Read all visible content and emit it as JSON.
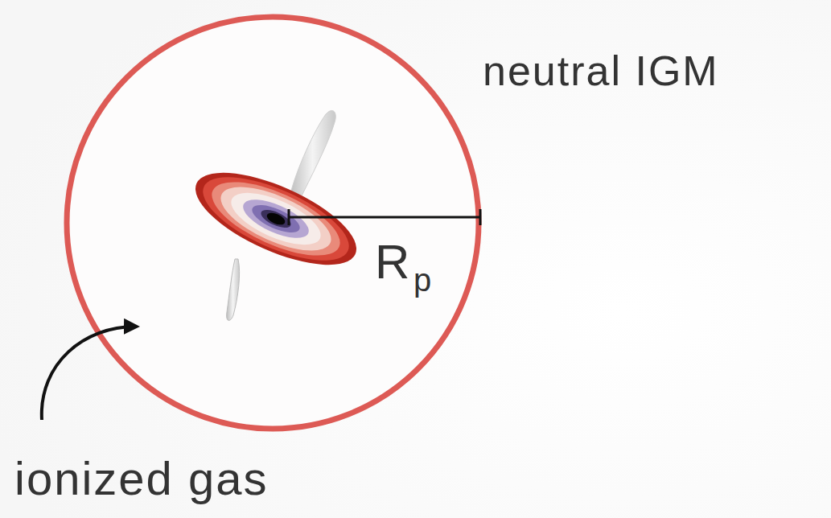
{
  "diagram": {
    "labels": [
      "neutral IGM",
      "R",
      "p",
      "ionized gas"
    ]
  }
}
